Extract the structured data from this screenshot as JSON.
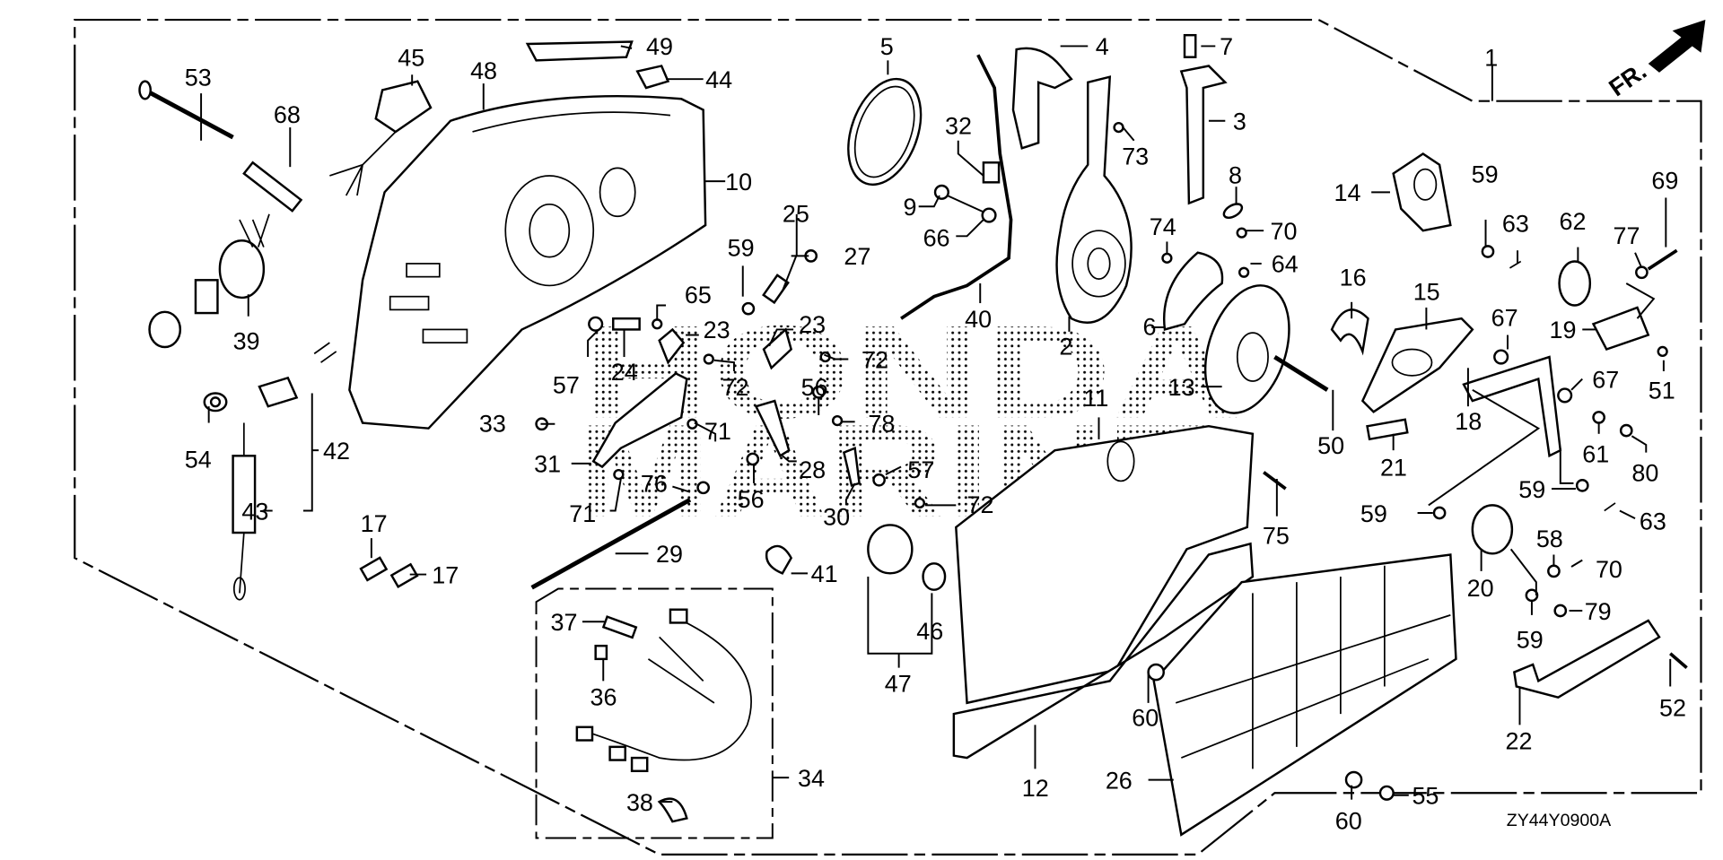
{
  "diagram": {
    "code": "ZY44Y0900A",
    "direction_label": "FR.",
    "watermark_top": "HONDA",
    "watermark_bottom": "MARINE"
  },
  "callouts": {
    "p1": "1",
    "p2": "2",
    "p3": "3",
    "p4": "4",
    "p5": "5",
    "p6": "6",
    "p7": "7",
    "p8": "8",
    "p9": "9",
    "p10": "10",
    "p11": "11",
    "p12": "12",
    "p13": "13",
    "p14": "14",
    "p15": "15",
    "p16": "16",
    "p17a": "17",
    "p17b": "17",
    "p18": "18",
    "p19": "19",
    "p20": "20",
    "p21": "21",
    "p22": "22",
    "p23a": "23",
    "p23b": "23",
    "p24": "24",
    "p25": "25",
    "p26": "26",
    "p27": "27",
    "p28": "28",
    "p29": "29",
    "p30": "30",
    "p31": "31",
    "p32": "32",
    "p33": "33",
    "p34": "34",
    "p36": "36",
    "p37": "37",
    "p38": "38",
    "p39": "39",
    "p40": "40",
    "p41": "41",
    "p42": "42",
    "p43": "43",
    "p44": "44",
    "p45": "45",
    "p46": "46",
    "p47": "47",
    "p48": "48",
    "p49": "49",
    "p50": "50",
    "p51": "51",
    "p52": "52",
    "p53": "53",
    "p54": "54",
    "p55": "55",
    "p56a": "56",
    "p56b": "56",
    "p57a": "57",
    "p57b": "57",
    "p58": "58",
    "p59a": "59",
    "p59b": "59",
    "p59c": "59",
    "p59d": "59",
    "p59e": "59",
    "p60a": "60",
    "p60b": "60",
    "p61": "61",
    "p62": "62",
    "p63a": "63",
    "p63b": "63",
    "p64": "64",
    "p65": "65",
    "p66": "66",
    "p67a": "67",
    "p67b": "67",
    "p68": "68",
    "p69": "69",
    "p70a": "70",
    "p70b": "70",
    "p71a": "71",
    "p71b": "71",
    "p72a": "72",
    "p72b": "72",
    "p72c": "72",
    "p73": "73",
    "p74": "74",
    "p75": "75",
    "p76": "76",
    "p77": "77",
    "p78": "78",
    "p79": "79",
    "p80": "80"
  }
}
